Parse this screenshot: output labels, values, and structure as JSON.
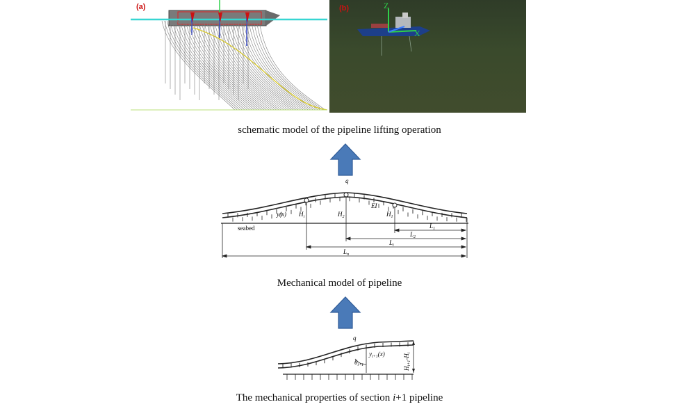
{
  "panel_a": {
    "tag": "(a)"
  },
  "panel_b": {
    "tag": "(b)",
    "axis_z": "Z",
    "axis_x": "X",
    "colors": {
      "sea_top": "#2f3c28",
      "sea_bottom": "#414c2d",
      "axis_green": "#2fd14a",
      "axis_blue": "#3a7cff"
    }
  },
  "captions": {
    "top": "schematic model of the pipeline lifting operation",
    "middle": "Mechanical model of pipeline",
    "bottom_prefix": "The mechanical properties of section ",
    "bottom_italic": "i",
    "bottom_suffix": "+1 pipeline"
  },
  "mechanical_model": {
    "load": "q",
    "function": "y(x)",
    "stiffness": "EI",
    "seabed": "seabed",
    "lift_points": [
      "H",
      "H",
      "H"
    ],
    "lift_subscripts": [
      "i",
      "2",
      "1"
    ],
    "lengths": [
      "L",
      "L",
      "L",
      "L"
    ],
    "length_subscripts": [
      "1",
      "2",
      "i",
      "n"
    ]
  },
  "section_model": {
    "load": "q",
    "function_main": "y",
    "function_sub": "i+1",
    "function_arg": "(x)",
    "angle_main": "θ",
    "angle_sub": "i+1",
    "height_label": "H",
    "height_sub": "i+1",
    "height_mid": "-H",
    "height_sub2": "i"
  },
  "colors": {
    "arrow": "#4a7ab8",
    "arrow_stroke": "#2e5a96",
    "highlight_line": "#37d6d2",
    "hook_red": "#cc1111"
  }
}
